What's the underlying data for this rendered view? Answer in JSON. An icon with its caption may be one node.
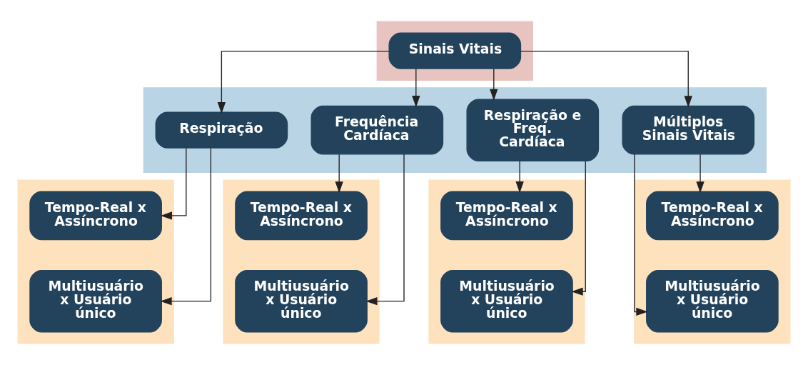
{
  "diagram": {
    "nodes": [
      {
        "text": [],
        "shape": "band"
      },
      {
        "text": [
          "Sinais Vitais"
        ],
        "in": 0
      },
      {
        "text": [],
        "shape": "band"
      },
      {
        "text": [
          "Respiração"
        ],
        "in": 2
      },
      {
        "text": [
          "Frequência Cardíaca"
        ],
        "in": 2
      },
      {
        "text": [
          "Respiração e Freq. Cardíaca"
        ],
        "in": 2
      },
      {
        "text": [
          "Múltiplos Sinais Vitais"
        ],
        "in": 2
      },
      {
        "text": [],
        "shape": "band"
      },
      {
        "text": [
          "Tempo-Real x Assíncrono"
        ],
        "in": 7
      },
      {
        "text": [
          "Multiusuário x Usuário único"
        ],
        "in": 7
      },
      {
        "text": [],
        "shape": "band"
      },
      {
        "text": [
          "Tempo-Real x Assíncrono"
        ],
        "in": 10
      },
      {
        "text": [
          "Multiusuário x Usuário único"
        ],
        "in": 10
      },
      {
        "text": [],
        "shape": "band"
      },
      {
        "text": [
          "Tempo-Real x Assíncrono"
        ],
        "in": 13
      },
      {
        "text": [
          "Multiusuário x Usuário único"
        ],
        "in": 13
      },
      {
        "text": [],
        "shape": "band"
      },
      {
        "text": [
          "Tempo-Real x Assíncrono"
        ],
        "in": 16
      },
      {
        "text": [
          "Multiusuário x Usuário único"
        ],
        "in": 16
      }
    ],
    "edges": [
      {
        "from": 1,
        "to": 3,
        "arrow": "to"
      },
      {
        "from": 1,
        "to": 4,
        "arrow": "to"
      },
      {
        "from": 1,
        "to": 5,
        "arrow": "to"
      },
      {
        "from": 1,
        "to": 6,
        "arrow": "to"
      },
      {
        "from": 3,
        "to": 8,
        "arrow": "to"
      },
      {
        "from": 3,
        "to": 9,
        "arrow": "to"
      },
      {
        "from": 4,
        "to": 11,
        "arrow": "to"
      },
      {
        "from": 4,
        "to": 12,
        "arrow": "to"
      },
      {
        "from": 5,
        "to": 14,
        "arrow": "to"
      },
      {
        "from": 5,
        "to": 15,
        "arrow": "to"
      },
      {
        "from": 6,
        "to": 17,
        "arrow": "to"
      },
      {
        "from": 6,
        "to": 18,
        "arrow": "to"
      }
    ]
  }
}
